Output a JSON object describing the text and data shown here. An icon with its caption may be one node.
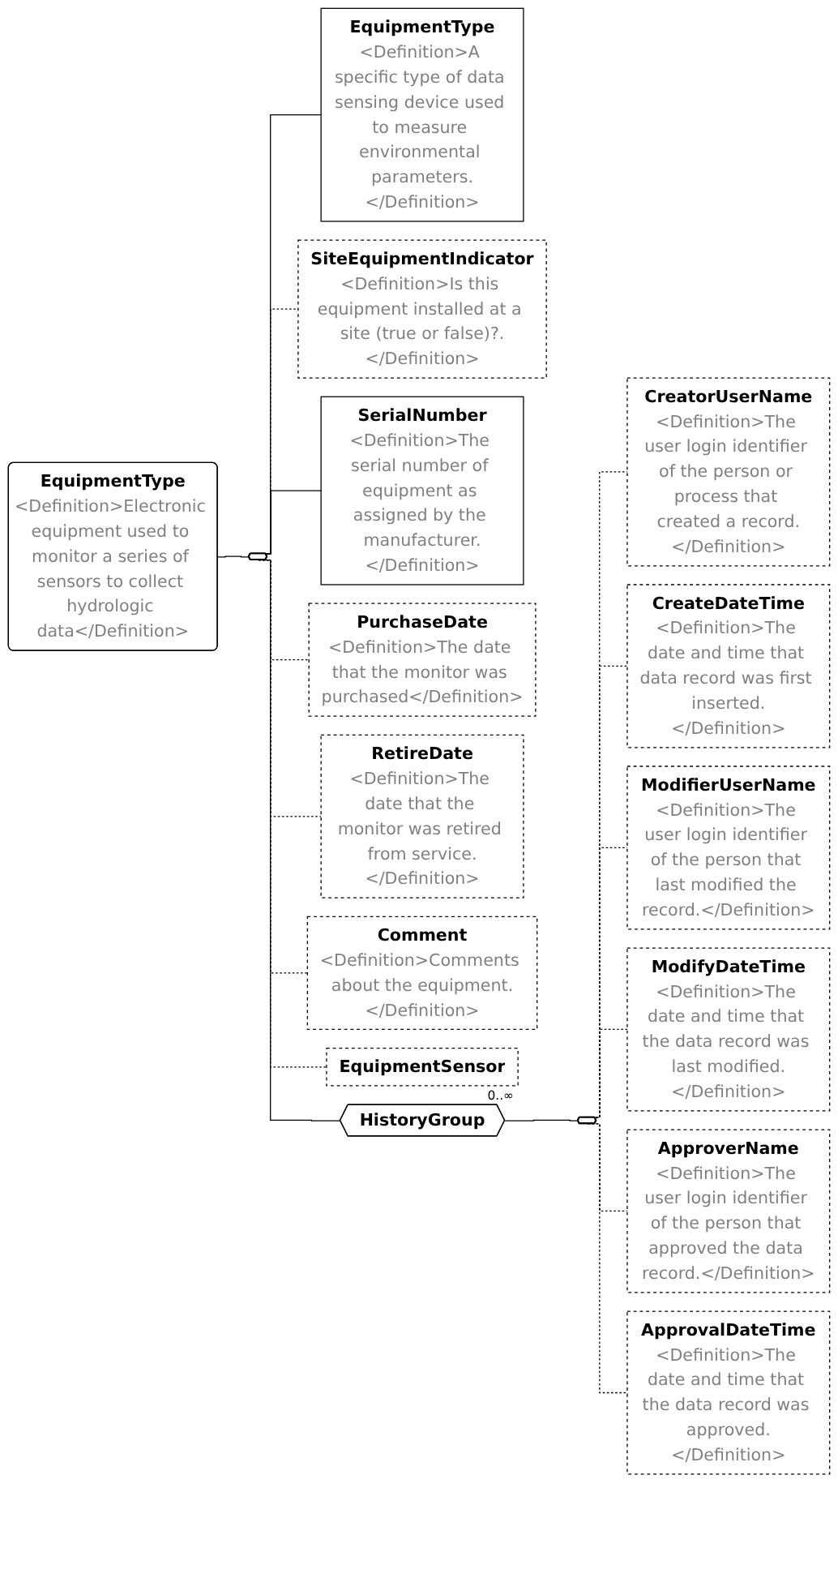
{
  "diagram": {
    "nodes": [
      {
        "text": [
          "EquipmentType",
          "<Definition>Electronic equipment used to monitor a series of sensors to collect hydrologic data</Definition>"
        ]
      },
      {
        "text": [],
        "shape": "octagon"
      },
      {
        "text": [
          "EquipmentType",
          "<Definition>A specific type of data sensing device used to measure environmental parameters.</Definition>"
        ]
      },
      {
        "text": [
          "SiteEquipmentIndicator",
          "<Definition>Is this equipment installed at a site (true or false)?.</Definition>"
        ]
      },
      {
        "text": [
          "SerialNumber",
          "<Definition>The serial number of equipment as assigned by the manufacturer.</Definition>"
        ]
      },
      {
        "text": [
          "PurchaseDate",
          "<Definition>The date that the monitor was purchased</Definition>"
        ]
      },
      {
        "text": [
          "RetireDate",
          "<Definition>The date that the monitor was retired from service.</Definition>"
        ]
      },
      {
        "text": [
          "Comment",
          "<Definition>Comments about the equipment.</Definition>"
        ]
      },
      {
        "text": [
          "EquipmentSensor"
        ],
        "beside": [
          "0..∞"
        ]
      },
      {
        "text": [
          "HistoryGroup"
        ]
      },
      {
        "text": [],
        "shape": "octagon"
      },
      {
        "text": [
          "CreatorUserName",
          "<Definition>The user login identifier of the person or process that created a record.</Definition>"
        ]
      },
      {
        "text": [
          "CreateDateTime",
          "<Definition>The date and time that data record was first inserted.</Definition>"
        ]
      },
      {
        "text": [
          "ModifierUserName",
          "<Definition>The user login identifier of the person that last modified the record.</Definition>"
        ]
      },
      {
        "text": [
          "ModifyDateTime",
          "<Definition>The date and time that the data record was last modified.</Definition>"
        ]
      },
      {
        "text": [
          "ApproverName",
          "<Definition>The user login identifier of the person that approved the data record.</Definition>"
        ]
      },
      {
        "text": [
          "ApprovalDateTime",
          "<Definition>The date and time that the data record was approved.</Definition>"
        ]
      }
    ],
    "edges": [
      {
        "from": 0,
        "to": 1,
        "arrow": "none"
      },
      {
        "from": 1,
        "to": 2,
        "arrow": "none"
      },
      {
        "from": 1,
        "to": 3,
        "arrow": "none",
        "style": "dashed"
      },
      {
        "from": 1,
        "to": 4,
        "arrow": "none"
      },
      {
        "from": 1,
        "to": 5,
        "arrow": "none",
        "style": "dashed"
      },
      {
        "from": 1,
        "to": 6,
        "arrow": "none",
        "style": "dashed"
      },
      {
        "from": 1,
        "to": 7,
        "arrow": "none",
        "style": "dashed"
      },
      {
        "from": 1,
        "to": 8,
        "arrow": "none",
        "style": "dashed"
      },
      {
        "from": 1,
        "to": 9,
        "arrow": "none"
      },
      {
        "from": 9,
        "to": 10,
        "arrow": "none"
      },
      {
        "from": 10,
        "to": 11,
        "arrow": "none",
        "style": "dashed"
      },
      {
        "from": 10,
        "to": 12,
        "arrow": "none",
        "style": "dashed"
      },
      {
        "from": 10,
        "to": 13,
        "arrow": "none",
        "style": "dashed"
      },
      {
        "from": 10,
        "to": 14,
        "arrow": "none",
        "style": "dashed"
      },
      {
        "from": 10,
        "to": 15,
        "arrow": "none",
        "style": "dashed"
      },
      {
        "from": 10,
        "to": 16,
        "arrow": "none",
        "style": "dashed"
      }
    ]
  }
}
